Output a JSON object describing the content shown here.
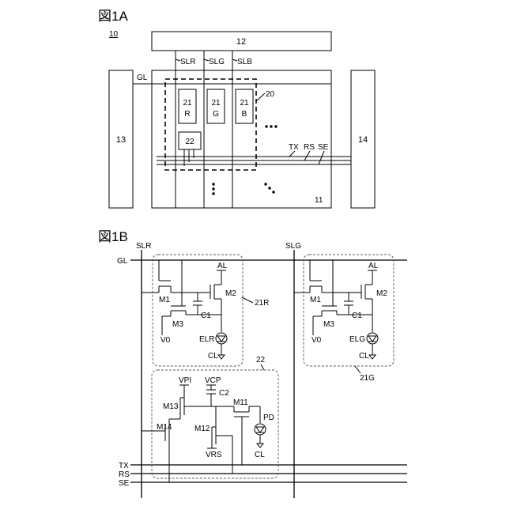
{
  "fig_a": {
    "title": "図1A",
    "ref": "10",
    "block_12": "12",
    "block_13": "13",
    "block_14": "14",
    "block_11": "11",
    "line_gl": "GL",
    "line_slr": "SLR",
    "line_slg": "SLG",
    "line_slb": "SLB",
    "group_20": "20",
    "sub_r_num": "21",
    "sub_r_letter": "R",
    "sub_g_num": "21",
    "sub_g_letter": "G",
    "sub_b_num": "21",
    "sub_b_letter": "B",
    "block_22": "22",
    "line_tx": "TX",
    "line_rs": "RS",
    "line_se": "SE"
  },
  "fig_b": {
    "title": "図1B",
    "col_slr": "SLR",
    "col_slg": "SLG",
    "row_gl": "GL",
    "row_tx": "TX",
    "row_rs": "RS",
    "row_se": "SE",
    "pix_r": {
      "al": "AL",
      "m1": "M1",
      "m2": "M2",
      "m3": "M3",
      "c1": "C1",
      "v0": "V0",
      "el": "ELR",
      "cl": "CL",
      "ref": "21R"
    },
    "pix_g": {
      "al": "AL",
      "m1": "M1",
      "m2": "M2",
      "m3": "M3",
      "c1": "C1",
      "v0": "V0",
      "el": "ELG",
      "cl": "CL",
      "ref": "21G"
    },
    "sensor": {
      "ref": "22",
      "vpi": "VPI",
      "vcp": "VCP",
      "c2": "C2",
      "m11": "M11",
      "m12": "M12",
      "m13": "M13",
      "m14": "M14",
      "pd": "PD",
      "cl": "CL",
      "vrs": "VRS"
    }
  }
}
